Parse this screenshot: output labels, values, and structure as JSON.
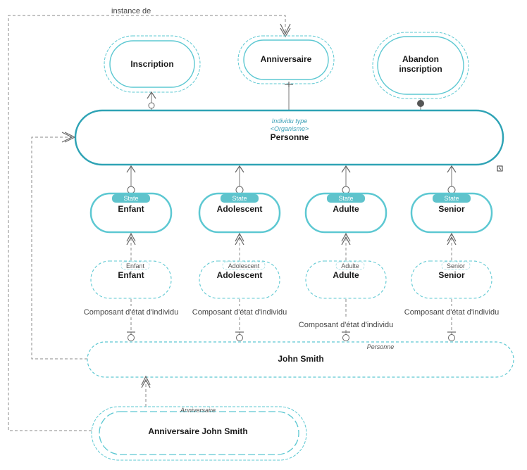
{
  "instance_label": "instance de",
  "events": {
    "inscription": "Inscription",
    "anniversaire": "Anniversaire",
    "abandon_line1": "Abandon",
    "abandon_line2": "inscription"
  },
  "main": {
    "type_line": "Individu type",
    "stereotype": "<Organisme>",
    "name": "Personne"
  },
  "state_badge": "State",
  "states": [
    "Enfant",
    "Adolescent",
    "Adulte",
    "Senior"
  ],
  "instance_states": [
    {
      "tag": "Enfant",
      "name": "Enfant"
    },
    {
      "tag": "Adolescent",
      "name": "Adolescent"
    },
    {
      "tag": "Adulte",
      "name": "Adulte"
    },
    {
      "tag": "Senior",
      "name": "Senior"
    }
  ],
  "composant_label": "Composant d'état d'individu",
  "john": {
    "tag": "Personne",
    "name": "John Smith"
  },
  "anniv_instance": {
    "tag": "Anniversaire",
    "name": "Anniversaire John Smith"
  },
  "colors": {
    "teal": "#2ea3b5",
    "teal_light": "#5dc8d2",
    "badge": "#5fc3cc",
    "dashed_gray": "#888888"
  }
}
